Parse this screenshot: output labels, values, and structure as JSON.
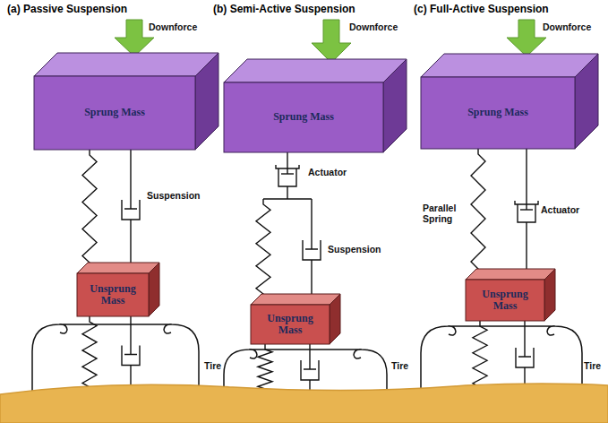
{
  "diagram": {
    "nodes": [
      {
        "text": [
          "Sprung Mass"
        ]
      },
      {
        "text": [
          "Unsprung Mass"
        ]
      },
      {
        "text": [
          "Sprung Mass"
        ]
      },
      {
        "text": [
          "Unsprung Mass"
        ]
      },
      {
        "text": [
          "Sprung Mass"
        ]
      },
      {
        "text": [
          "Unsprung Mass"
        ]
      }
    ],
    "edges": [
      {
        "from": 0,
        "to": 1,
        "arrow": "none"
      },
      {
        "from": 2,
        "to": 3,
        "arrow": "none"
      },
      {
        "from": 4,
        "to": 5,
        "arrow": "none"
      }
    ],
    "labels": [
      "(a) Passive Suspension",
      "Downforce",
      "Suspension",
      "Tire",
      "(b) Semi-Active Suspension",
      "Downforce",
      "Actuator",
      "Suspension",
      "Tire",
      "(c) Full-Active Suspension",
      "Downforce",
      "Parallel Spring",
      "Actuator",
      "Tire"
    ]
  }
}
